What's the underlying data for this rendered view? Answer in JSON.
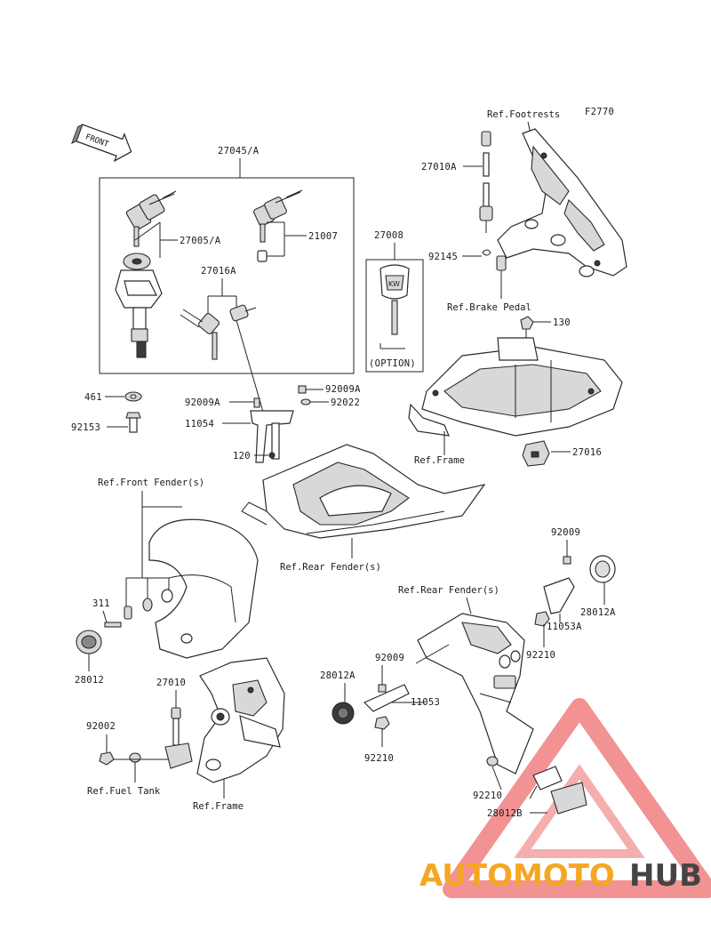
{
  "figure_code": "F2770",
  "front_arrow_text": "FRONT",
  "watermark": {
    "part1": "AUTOMOTO",
    "part2": "HUB",
    "color1": "#f5a623",
    "color2": "#444444",
    "triangle_color": "#f08080"
  },
  "labels": {
    "p27045A": "27045/A",
    "p27005A": "27005/A",
    "p21007": "21007",
    "p27016A": "27016A",
    "p27008": "27008",
    "option": "(OPTION)",
    "p27010A": "27010A",
    "p92145": "92145",
    "p130": "130",
    "p461": "461",
    "p92153": "92153",
    "p92009A_l": "92009A",
    "p92009A_r": "92009A",
    "p92022": "92022",
    "p11054": "11054",
    "p120": "120",
    "p27016": "27016",
    "p92009_a": "92009",
    "p28012A_a": "28012A",
    "p11053A": "11053A",
    "p92210_a": "92210",
    "p311": "311",
    "p28012": "28012",
    "p27010": "27010",
    "p92002": "92002",
    "p92009_b": "92009",
    "p28012A_b": "28012A",
    "p11053": "11053",
    "p92210_b": "92210",
    "p92210_c": "92210",
    "p28012B": "28012B"
  },
  "refs": {
    "footrests": "Ref.Footrests",
    "brake_pedal": "Ref.Brake Pedal",
    "frame_a": "Ref.Frame",
    "front_fender": "Ref.Front Fender(s)",
    "rear_fender_a": "Ref.Rear Fender(s)",
    "rear_fender_b": "Ref.Rear Fender(s)",
    "fuel_tank": "Ref.Fuel Tank",
    "frame_b": "Ref.Frame"
  }
}
